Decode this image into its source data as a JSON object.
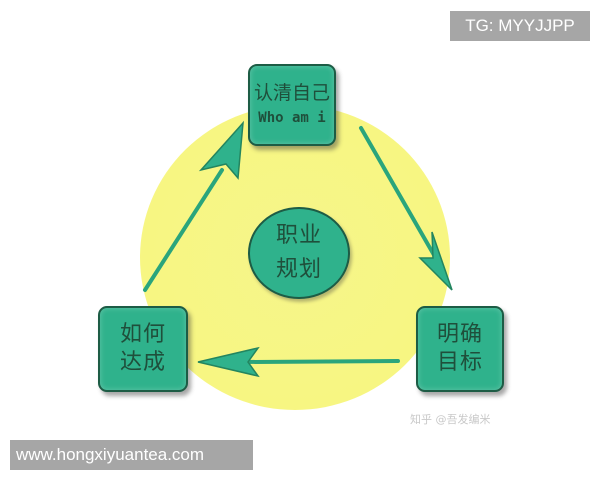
{
  "diagram": {
    "title": "职业规划",
    "center": {
      "line1": "职业",
      "line2": "规划"
    },
    "nodes": [
      {
        "id": "top",
        "line1": "认清自己",
        "line2": "Who am i"
      },
      {
        "id": "right",
        "line1": "明确",
        "line2": "目标"
      },
      {
        "id": "left",
        "line1": "如何",
        "line2": "达成"
      }
    ],
    "edges": [
      {
        "from": "top",
        "to": "right",
        "direction": "clockwise"
      },
      {
        "from": "right",
        "to": "left",
        "direction": "clockwise"
      },
      {
        "from": "left",
        "to": "top",
        "direction": "clockwise"
      }
    ],
    "colors": {
      "node_fill": "#2fb28c",
      "node_border": "#1d5c45",
      "text": "#1f4f3b",
      "arrow": "#2aa57c",
      "background_circle": "#f6f58a"
    }
  },
  "watermarks": {
    "top_right": "TG: MYYJJPP",
    "bottom_left": "www.hongxiyuantea.com",
    "credit": "知乎 @吾发编米"
  }
}
